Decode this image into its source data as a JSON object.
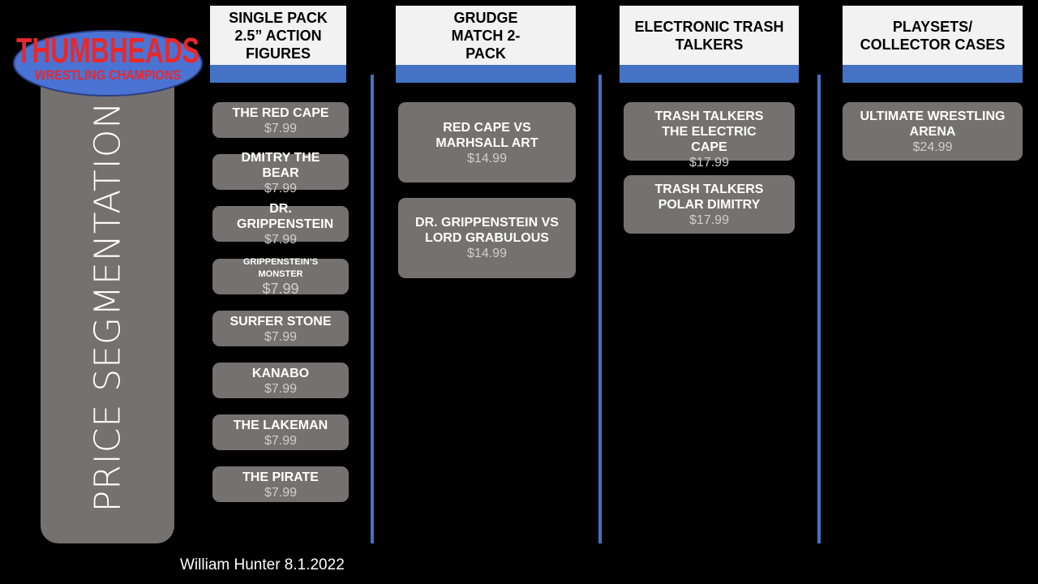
{
  "logo": {
    "title": "THUMBHEADS",
    "subtitle": "WRESTLING CHAMPIONS"
  },
  "sidebar": {
    "title": "PRICE SEGMENTATION"
  },
  "columns": [
    {
      "header": "SINGLE PACK 2.5” ACTION FIGURES",
      "items": [
        {
          "name": "THE RED CAPE",
          "price": "$7.99"
        },
        {
          "name": "DMITRY THE BEAR",
          "price": "$7.99"
        },
        {
          "name": "DR. GRIPPENSTEIN",
          "price": "$7.99"
        },
        {
          "name": "GRIPPENSTEIN’S MONSTER",
          "price": "$7.99"
        },
        {
          "name": "SURFER STONE",
          "price": "$7.99"
        },
        {
          "name": "KANABO",
          "price": "$7.99"
        },
        {
          "name": "THE LAKEMAN",
          "price": "$7.99"
        },
        {
          "name": "THE PIRATE",
          "price": "$7.99"
        }
      ]
    },
    {
      "header": "GRUDGE MATCH 2-PACK",
      "items": [
        {
          "name": "RED CAPE VS MARHSALL ART",
          "price": "$14.99"
        },
        {
          "name": "DR. GRIPPENSTEIN VS LORD GRABULOUS",
          "price": "$14.99"
        }
      ]
    },
    {
      "header": "ELECTRONIC TRASH TALKERS",
      "items": [
        {
          "name": "TRASH TALKERS THE ELECTRIC CAPE",
          "price": "$17.99"
        },
        {
          "name": "TRASH TALKERS POLAR DIMITRY",
          "price": "$17.99"
        }
      ]
    },
    {
      "header": "PLAYSETS/ COLLECTOR CASES",
      "items": [
        {
          "name": "ULTIMATE WRESTLING ARENA",
          "price": "$24.99"
        }
      ]
    }
  ],
  "footer": {
    "text": "William Hunter 8.1.2022"
  },
  "colors": {
    "accent": "#4472c4",
    "card": "#757170",
    "logo_red": "#e8282b"
  }
}
